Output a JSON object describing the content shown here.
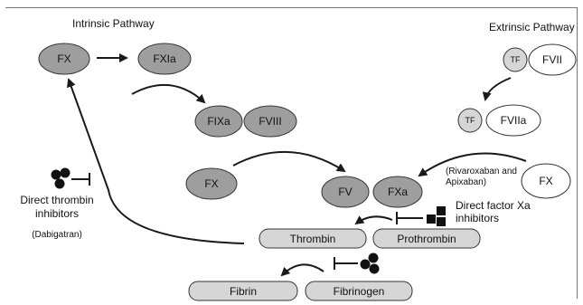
{
  "titles": {
    "intrinsic": "Intrinsic Pathway",
    "extrinsic": "Extrinsic Pathway"
  },
  "nodes": {
    "fx_intrinsic": "FX",
    "fxia": "FXIa",
    "fixa": "FIXa",
    "fviii": "FVIII",
    "fx_middle": "FX",
    "fv": "FV",
    "fxa": "FXa",
    "tf_top": "TF",
    "fvii": "FVII",
    "tf_bottom": "TF",
    "fviia": "FVIIa",
    "fx_extrinsic": "FX",
    "thrombin": "Thrombin",
    "prothrombin": "Prothrombin",
    "fibrin": "Fibrin",
    "fibrinogen": "Fibrinogen"
  },
  "labels": {
    "direct_thrombin_line1": "Direct thrombin",
    "direct_thrombin_line2": "inhibitors",
    "dabigatran": "(Dabigatran)",
    "rivaroxaban_line1": "(Rivaroxaban and",
    "rivaroxaban_line2": "Apixaban)",
    "direct_xa_line1": "Direct factor Xa",
    "direct_xa_line2": "inhibitors"
  },
  "colors": {
    "node_fill": "#9e9e9e",
    "pill_fill": "#d6d6d6",
    "line": "#1a1a1a"
  }
}
